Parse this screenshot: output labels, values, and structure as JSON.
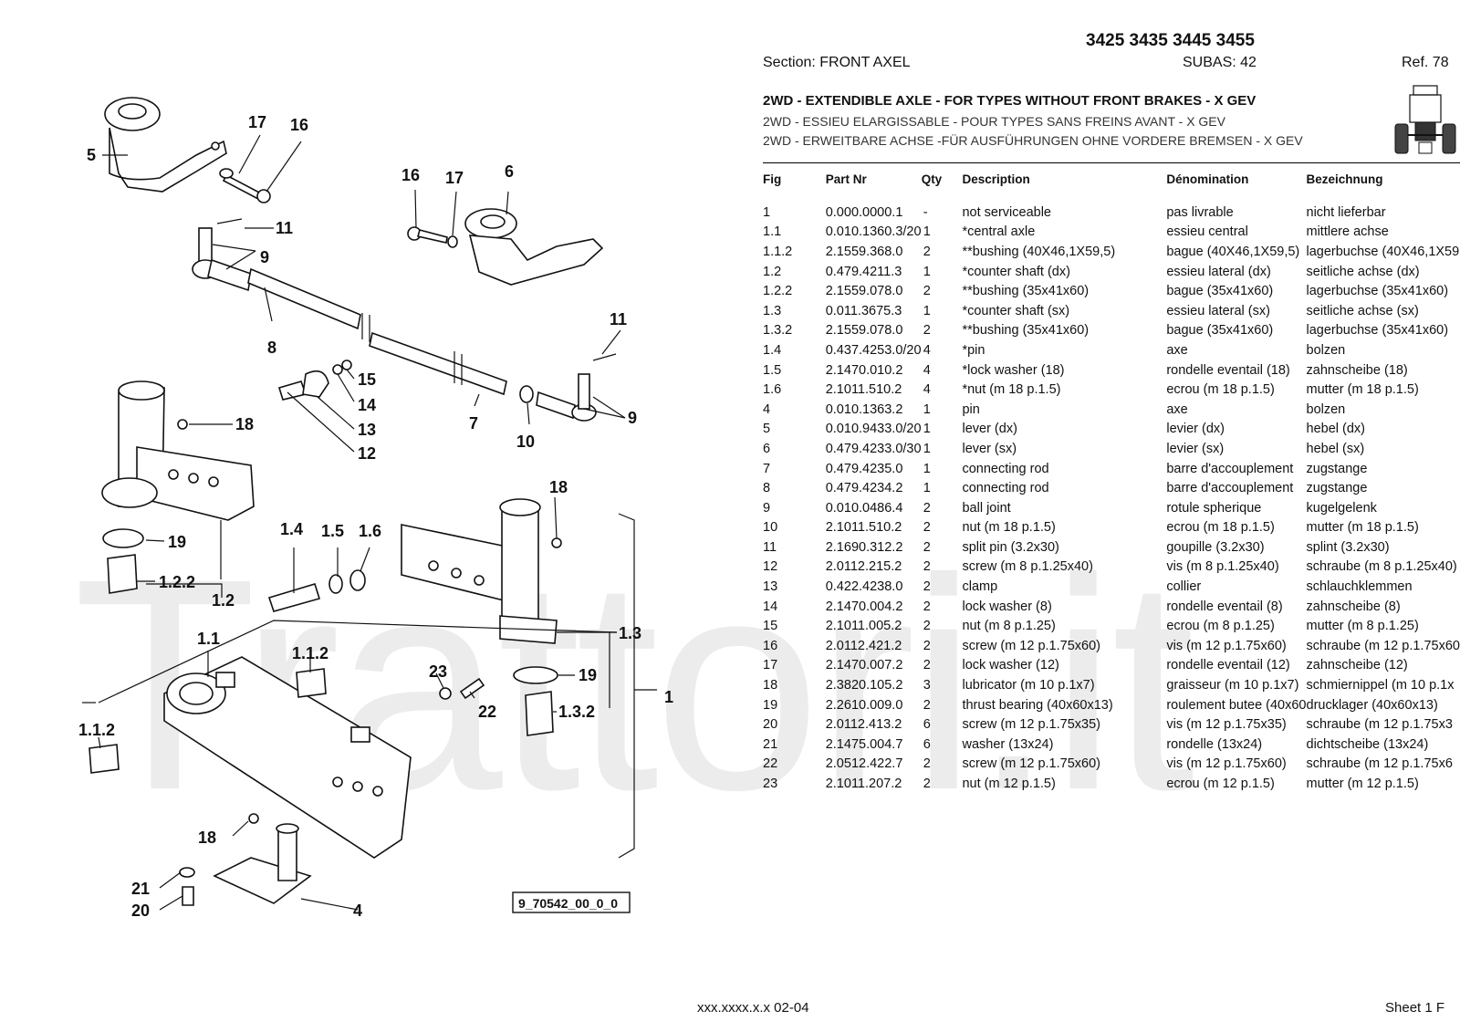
{
  "watermark": "Trattori.it",
  "header": {
    "models": "3425 3435 3445 3455",
    "section": "Section: FRONT AXEL",
    "subas": "SUBAS: 42",
    "ref": "Ref. 78",
    "title_en": "2WD - EXTENDIBLE AXLE - FOR TYPES WITHOUT FRONT BRAKES - X GEV",
    "title_fr": "2WD - ESSIEU ELARGISSABLE - POUR TYPES SANS FREINS AVANT - X GEV",
    "title_de": "2WD - ERWEITBARE ACHSE -FÜR AUSFÜHRUNGEN OHNE VORDERE BREMSEN - X GEV",
    "icon": "tractor-front-icon"
  },
  "table": {
    "columns": [
      "Fig",
      "Part Nr",
      "Qty",
      "Description",
      "Dénomination",
      "Bezeichnung"
    ],
    "rows": [
      [
        "1",
        "0.000.0000.1",
        "-",
        "not serviceable",
        "pas livrable",
        "nicht lieferbar"
      ],
      [
        "1.1",
        "0.010.1360.3/20",
        "1",
        "*central axle",
        "essieu central",
        "mittlere achse"
      ],
      [
        "1.1.2",
        "2.1559.368.0",
        "2",
        "**bushing (40X46,1X59,5)",
        "bague (40X46,1X59,5)",
        "lagerbuchse (40X46,1X59"
      ],
      [
        "1.2",
        "0.479.4211.3",
        "1",
        "*counter shaft (dx)",
        "essieu lateral (dx)",
        "seitliche achse (dx)"
      ],
      [
        "1.2.2",
        "2.1559.078.0",
        "2",
        "**bushing (35x41x60)",
        "bague (35x41x60)",
        "lagerbuchse (35x41x60)"
      ],
      [
        "1.3",
        "0.011.3675.3",
        "1",
        "*counter shaft (sx)",
        "essieu lateral (sx)",
        "seitliche achse (sx)"
      ],
      [
        "1.3.2",
        "2.1559.078.0",
        "2",
        "**bushing (35x41x60)",
        "bague (35x41x60)",
        "lagerbuchse (35x41x60)"
      ],
      [
        "1.4",
        "0.437.4253.0/20",
        "4",
        "*pin",
        "axe",
        "bolzen"
      ],
      [
        "1.5",
        "2.1470.010.2",
        "4",
        "*lock washer (18)",
        "rondelle eventail (18)",
        "zahnscheibe (18)"
      ],
      [
        "1.6",
        "2.1011.510.2",
        "4",
        "*nut (m 18 p.1.5)",
        "ecrou (m 18 p.1.5)",
        "mutter (m 18 p.1.5)"
      ],
      [
        "4",
        "0.010.1363.2",
        "1",
        "pin",
        "axe",
        "bolzen"
      ],
      [
        "5",
        "0.010.9433.0/20",
        "1",
        "lever (dx)",
        "levier (dx)",
        "hebel (dx)"
      ],
      [
        "6",
        "0.479.4233.0/30",
        "1",
        "lever (sx)",
        "levier (sx)",
        "hebel (sx)"
      ],
      [
        "7",
        "0.479.4235.0",
        "1",
        "connecting rod",
        "barre d'accouplement",
        "zugstange"
      ],
      [
        "8",
        "0.479.4234.2",
        "1",
        "connecting rod",
        "barre d'accouplement",
        "zugstange"
      ],
      [
        "9",
        "0.010.0486.4",
        "2",
        "ball joint",
        "rotule spherique",
        "kugelgelenk"
      ],
      [
        "10",
        "2.1011.510.2",
        "2",
        "nut (m 18 p.1.5)",
        "ecrou (m 18 p.1.5)",
        "mutter (m 18 p.1.5)"
      ],
      [
        "11",
        "2.1690.312.2",
        "2",
        "split pin (3.2x30)",
        "goupille (3.2x30)",
        "splint (3.2x30)"
      ],
      [
        "12",
        "2.0112.215.2",
        "2",
        "screw (m 8 p.1.25x40)",
        "vis (m 8 p.1.25x40)",
        "schraube (m 8 p.1.25x40)"
      ],
      [
        "13",
        "0.422.4238.0",
        "2",
        "clamp",
        "collier",
        "schlauchklemmen"
      ],
      [
        "14",
        "2.1470.004.2",
        "2",
        "lock washer (8)",
        "rondelle eventail (8)",
        "zahnscheibe (8)"
      ],
      [
        "15",
        "2.1011.005.2",
        "2",
        "nut (m 8 p.1.25)",
        "ecrou (m 8 p.1.25)",
        "mutter (m 8 p.1.25)"
      ],
      [
        "16",
        "2.0112.421.2",
        "2",
        "screw (m 12 p.1.75x60)",
        "vis (m 12 p.1.75x60)",
        "schraube (m 12 p.1.75x60"
      ],
      [
        "17",
        "2.1470.007.2",
        "2",
        "lock washer (12)",
        "rondelle eventail (12)",
        "zahnscheibe (12)"
      ],
      [
        "18",
        "2.3820.105.2",
        "3",
        "lubricator (m 10 p.1x7)",
        "graisseur (m 10 p.1x7)",
        "schmiernippel (m 10 p.1x"
      ],
      [
        "19",
        "2.2610.009.0",
        "2",
        "thrust bearing (40x60x13)",
        "roulement butee (40x60",
        "drucklager (40x60x13)"
      ],
      [
        "20",
        "2.0112.413.2",
        "6",
        "screw (m 12 p.1.75x35)",
        "vis (m 12 p.1.75x35)",
        "schraube (m 12 p.1.75x3"
      ],
      [
        "21",
        "2.1475.004.7",
        "6",
        "washer (13x24)",
        "rondelle (13x24)",
        "dichtscheibe (13x24)"
      ],
      [
        "22",
        "2.0512.422.7",
        "2",
        "screw (m 12 p.1.75x60)",
        "vis (m 12 p.1.75x60)",
        "schraube (m 12 p.1.75x6"
      ],
      [
        "23",
        "2.1011.207.2",
        "2",
        "nut (m 12 p.1.5)",
        "ecrou (m 12 p.1.5)",
        "mutter (m 12 p.1.5)"
      ]
    ]
  },
  "diagram": {
    "ref_code": "9_70542_00_0_0",
    "callouts": {
      "c5": "5",
      "c17a": "17",
      "c16a": "16",
      "c11a": "11",
      "c9a": "9",
      "c8": "8",
      "c16b": "16",
      "c17b": "17",
      "c6": "6",
      "c11b": "11",
      "c9b": "9",
      "c15": "15",
      "c14": "14",
      "c13": "13",
      "c12": "12",
      "c7": "7",
      "c10": "10",
      "c18a": "18",
      "c19a": "19",
      "c122": "1.2.2",
      "c12b": "1.2",
      "c14p": "1.4",
      "c15p": "1.5",
      "c16p": "1.6",
      "c18b": "18",
      "c11": "1.1",
      "c112a": "1.1.2",
      "c112b": "1.1.2",
      "c13p": "1.3",
      "c19b": "19",
      "c132": "1.3.2",
      "c23": "23",
      "c22": "22",
      "c1": "1",
      "c18c": "18",
      "c21": "21",
      "c20": "20",
      "c4": "4"
    }
  },
  "footer": {
    "code": "xxx.xxxx.x.x  02-04",
    "sheet": "Sheet 1 F"
  }
}
